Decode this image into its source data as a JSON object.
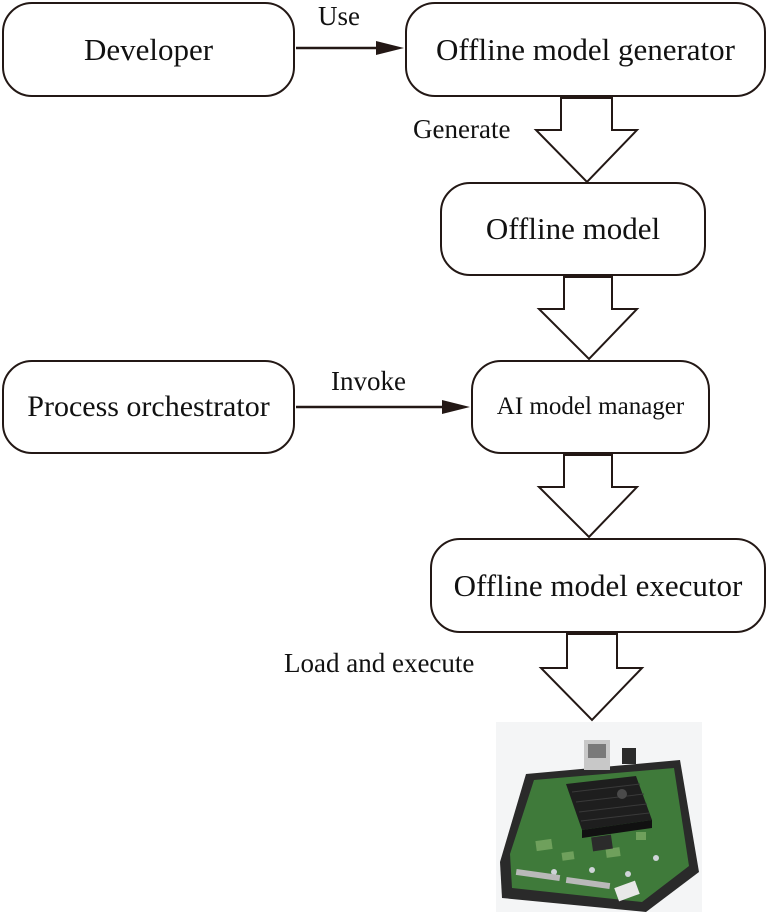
{
  "diagram": {
    "nodes": {
      "developer": "Developer",
      "generator": "Offline model generator",
      "model": "Offline model",
      "orchestrator": "Process orchestrator",
      "manager": "AI model manager",
      "executor": "Offline model executor"
    },
    "edge_labels": {
      "use": "Use",
      "generate": "Generate",
      "invoke": "Invoke",
      "load_execute": "Load and execute"
    },
    "colors": {
      "stroke": "#231815",
      "board_pcb": "#3f7a3a",
      "board_heatsink": "#1e1e1e"
    },
    "image": {
      "subject": "AI accelerator hardware board",
      "icon": "hardware-board"
    }
  }
}
